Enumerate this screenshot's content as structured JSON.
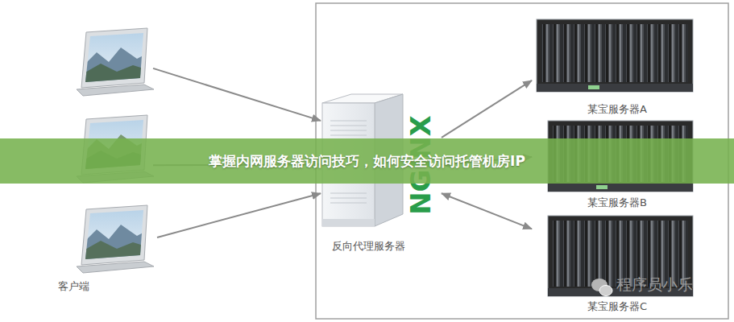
{
  "diagram": {
    "title": "掌握内网服务器访问技巧，如何安全访问托管机房IP",
    "nodes": [
      {
        "text": []
      },
      {
        "text": []
      },
      {
        "text": [
          "客户端"
        ]
      },
      {
        "text": [
          "反向代理服务器"
        ]
      },
      {
        "text": [
          "某宝服务器A"
        ]
      },
      {
        "text": [
          "某宝服务器B"
        ]
      },
      {
        "text": [
          "某宝服务器C"
        ]
      }
    ],
    "edges": [
      {
        "from": 0,
        "to": 3,
        "arrow": "to"
      },
      {
        "from": 1,
        "to": 3,
        "arrow": "to"
      },
      {
        "from": 2,
        "to": 3,
        "arrow": "to"
      },
      {
        "from": 3,
        "to": 4,
        "arrow": "to"
      },
      {
        "from": 3,
        "to": 5,
        "arrow": "both"
      },
      {
        "from": 3,
        "to": 6,
        "arrow": "both"
      }
    ],
    "labels": [
      "NGINX",
      "程序员小乐"
    ]
  }
}
